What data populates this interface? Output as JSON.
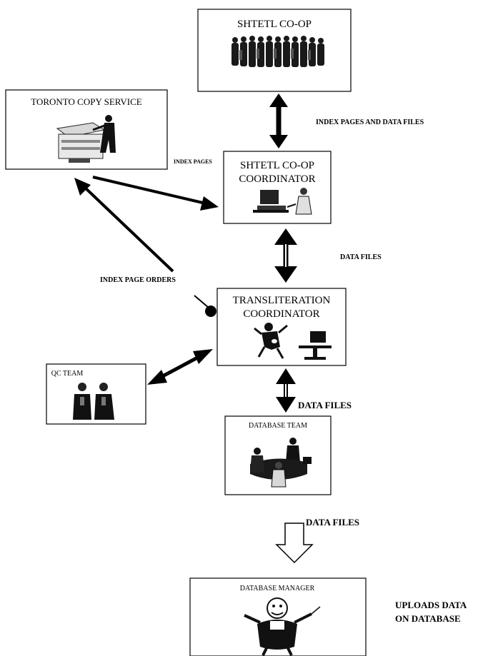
{
  "nodes": {
    "shtetl_coop": {
      "title": "SHTETL CO-OP"
    },
    "toronto_copy": {
      "title": "TORONTO COPY SERVICE"
    },
    "shtetl_coordinator": {
      "title_line1": "SHTETL CO-OP",
      "title_line2": "COORDINATOR"
    },
    "translit_coordinator": {
      "title_line1": "TRANSLITERATION",
      "title_line2": "COORDINATOR"
    },
    "qc_team": {
      "title": "QC TEAM"
    },
    "database_team": {
      "title": "DATABASE TEAM"
    },
    "database_manager": {
      "title": "DATABASE MANAGER"
    }
  },
  "edges": {
    "coop_coordinator": {
      "label": "INDEX PAGES AND DATA FILES"
    },
    "copy_coordinator": {
      "label": "INDEX PAGES"
    },
    "index_orders": {
      "label": "INDEX PAGE ORDERS"
    },
    "coordinator_translit": {
      "label": "DATA FILES"
    },
    "translit_dbteam": {
      "label": "DATA FILES"
    },
    "dbteam_manager": {
      "label": "DATA FILES"
    }
  },
  "notes": {
    "upload_line1": "UPLOADS DATA",
    "upload_line2": "ON DATABASE"
  }
}
